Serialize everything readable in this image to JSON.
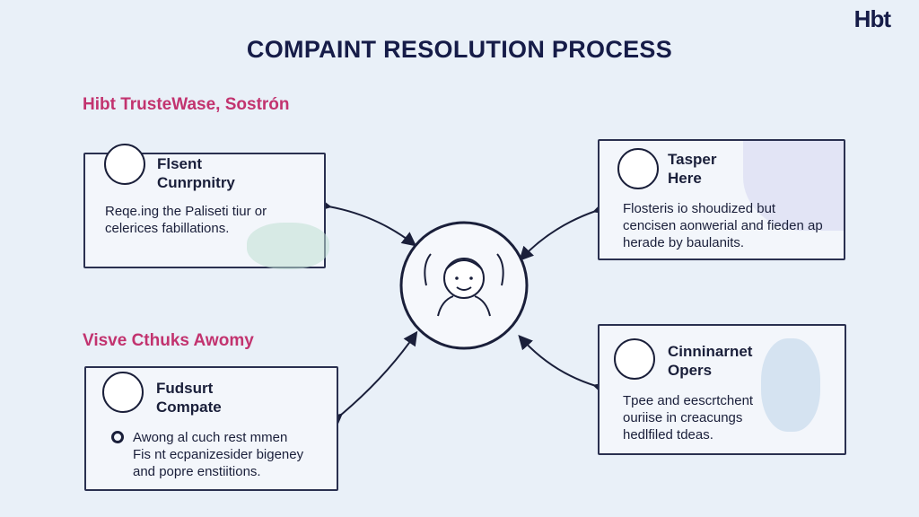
{
  "logo": "Hbt",
  "title": "COMPAINT RESOLUTION PROCESS",
  "sections": [
    "Hibt TrusteWase, Sostrón",
    "Visve Cthuks Awomy"
  ],
  "cards": [
    {
      "title1": "Flsent",
      "title2": "Cunrpnitry",
      "lines": [
        "Reqe.ing the Paliseti tiur or",
        "celerices fabillations."
      ]
    },
    {
      "title1": "Tasper",
      "title2": "Here",
      "lines": [
        "Flosteris io shoudized but",
        "cencisen aonwerial and fieden ap",
        "herade by baulanits."
      ]
    },
    {
      "title1": "Fudsurt",
      "title2": "Compate",
      "lines": [
        "Awong al cuch rest mmen",
        "Fis nt ecpanizesider bigeney",
        "and popre enstiitions."
      ]
    },
    {
      "title1": "Cinninarnet",
      "title2": "Opers",
      "lines": [
        "Tpee and eescrtchent",
        "ouriise in creacungs",
        "hedlfiled tdeas."
      ]
    }
  ]
}
